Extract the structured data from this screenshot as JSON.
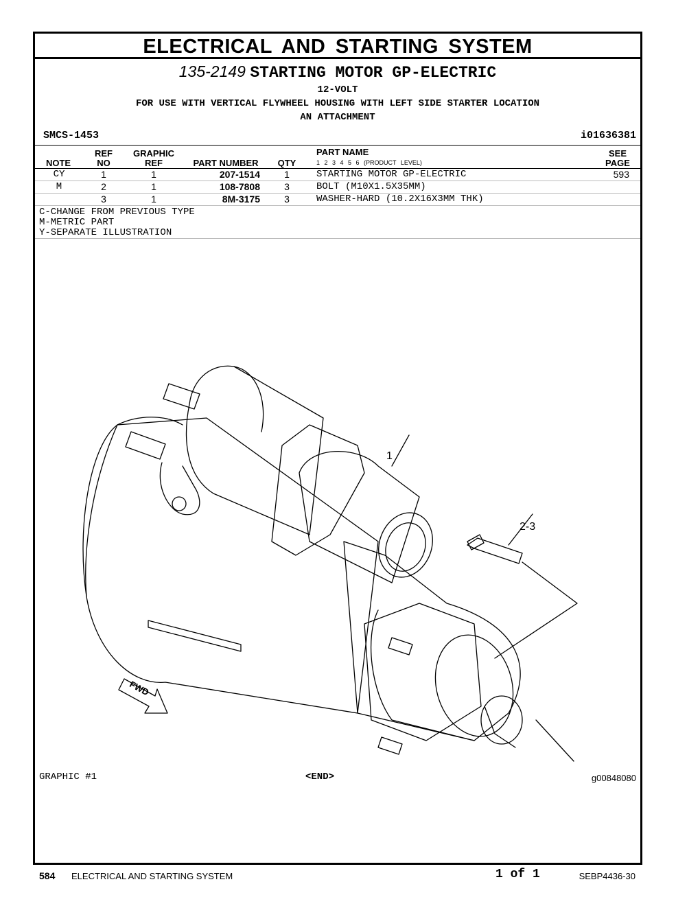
{
  "header": {
    "title": "ELECTRICAL AND STARTING SYSTEM",
    "part_group_number": "135-2149",
    "part_group_name": "STARTING MOTOR GP-ELECTRIC",
    "line1": "12-VOLT",
    "line2": "FOR USE WITH VERTICAL FLYWHEEL HOUSING WITH LEFT SIDE STARTER LOCATION",
    "line3": "AN ATTACHMENT",
    "smcs": "SMCS-1453",
    "illustration_id": "i01636381"
  },
  "table": {
    "columns": {
      "note": "NOTE",
      "ref_no_1": "REF",
      "ref_no_2": "NO",
      "graphic_ref_1": "GRAPHIC",
      "graphic_ref_2": "REF",
      "part_number": "PART NUMBER",
      "qty": "QTY",
      "part_name": "PART NAME",
      "levels": "1   2   3   4   5   6   (PRODUCT LEVEL)",
      "see_page_1": "SEE",
      "see_page_2": "PAGE"
    },
    "rows": [
      {
        "note": "CY",
        "ref_no": "1",
        "graphic_ref": "1",
        "part_number": "207-1514",
        "qty": "1",
        "part_name": "STARTING MOTOR GP-ELECTRIC",
        "see_page": "593"
      },
      {
        "note": "M",
        "ref_no": "2",
        "graphic_ref": "1",
        "part_number": "108-7808",
        "qty": "3",
        "part_name": "BOLT (M10X1.5X35MM)",
        "see_page": ""
      },
      {
        "note": "",
        "ref_no": "3",
        "graphic_ref": "1",
        "part_number": "8M-3175",
        "qty": "3",
        "part_name": "WASHER-HARD (10.2X16X3MM THK)",
        "see_page": ""
      }
    ],
    "notes": [
      "C-CHANGE FROM PREVIOUS TYPE",
      "M-METRIC PART",
      "Y-SEPARATE ILLUSTRATION"
    ]
  },
  "illustration": {
    "callout_1": "1",
    "callout_2": "2-3",
    "fwd_label": "FWD",
    "graphic_label": "GRAPHIC #1",
    "end_label": "<END>",
    "graphic_number": "g00848080"
  },
  "footer": {
    "page_number": "584",
    "section_title": "ELECTRICAL AND STARTING SYSTEM",
    "page_of": "1 of 1",
    "document_number": "SEBP4436-30"
  }
}
